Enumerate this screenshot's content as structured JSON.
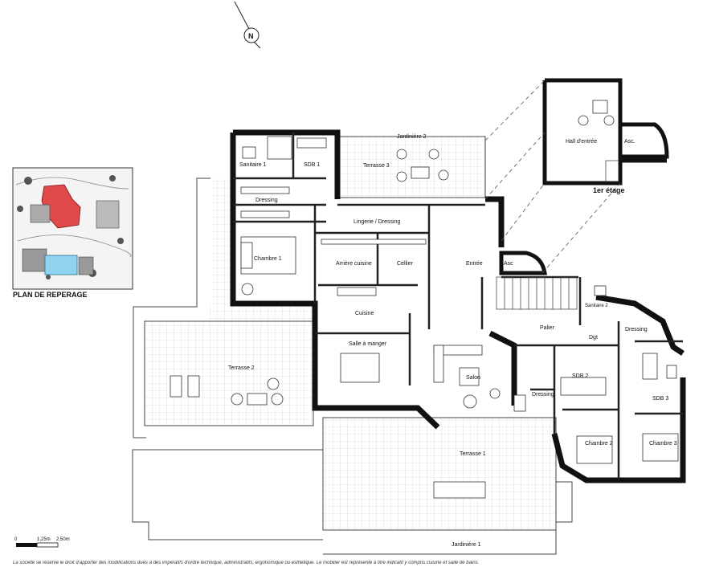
{
  "compass": {
    "letter": "N"
  },
  "locator": {
    "caption": "PLAN DE REPERAGE"
  },
  "floor_label": "1er étage",
  "rooms": {
    "sanitaire1": "Sanitaire 1",
    "sdb1": "SDB 1",
    "terrasse3": "Terrasse 3",
    "jardiniere2": "Jardinière 2",
    "dressing1": "Dressing",
    "lingerie": "Lingerie / Dressing",
    "chambre1": "Chambre 1",
    "arriere_cuisine": "Arrière cuisine",
    "cellier": "Cellier",
    "entree": "Entrée",
    "asc1": "Asc",
    "asc2": "Asc.",
    "hall": "Hall d'entrée",
    "cuisine": "Cuisine",
    "salle_manger": "Salle à manger",
    "terrasse2": "Terrasse 2",
    "salon": "Salon",
    "palier": "Palier",
    "dgt": "Dgt",
    "sanitaire2": "Sanitaire 2",
    "dressing_right": "Dressing",
    "sdb2": "SDB 2",
    "sdb3": "SDB 3",
    "dressing_mid": "Dressing",
    "chambre2": "Chambre 2",
    "chambre3": "Chambre 3",
    "terrasse1": "Terrasse 1",
    "jardiniere1": "Jardinière 1"
  },
  "scale_bar": {
    "zero": "0",
    "mid": "1,25m",
    "end": "2,50m"
  },
  "disclaimer": "La société se réserve le droit d'apporter des modifications dues à des impératifs d'ordre technique, administratifs, ergonomique ou esthétique. Le mobilier est représenté à titre indicatif y compris cuisine et salle de bains."
}
